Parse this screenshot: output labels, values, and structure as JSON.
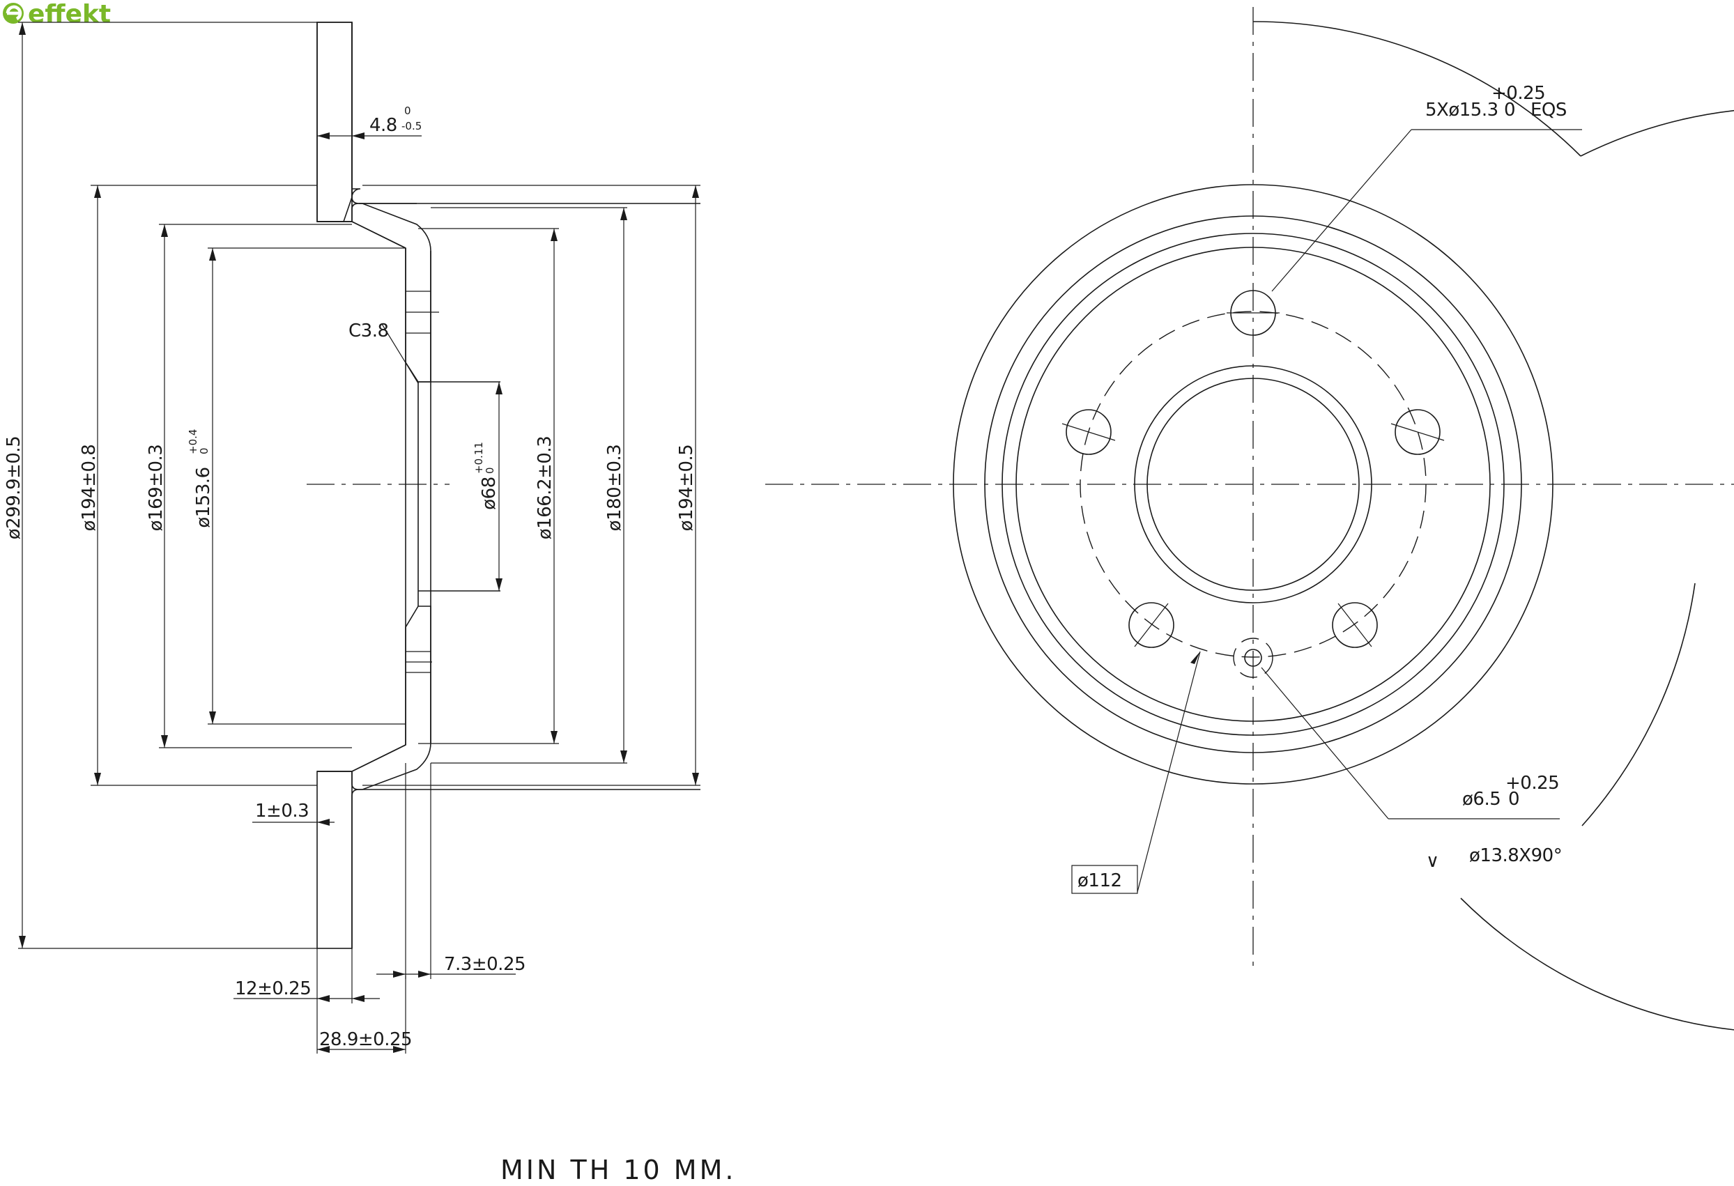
{
  "brand": {
    "name": "effekt",
    "color": "#7ab829"
  },
  "side_view": {
    "dims": {
      "d_outer": "ø299.9±0.5",
      "d_194_a": "ø194±0.8",
      "d_169": "ø169±0.3",
      "d_153": {
        "base": "ø153.6",
        "upper": "+0.4",
        "lower": "0"
      },
      "d_68": {
        "base": "ø68",
        "upper": "+0.11",
        "lower": "0"
      },
      "d_166": "ø166.2±0.3",
      "d_180": "ø180±0.3",
      "d_194_b": "ø194±0.5",
      "t_48": {
        "base": "4.8",
        "upper": "0",
        "lower": "-0.5"
      },
      "chamfer": "C3.8",
      "t_1": "1±0.3",
      "t_73": "7.3±0.25",
      "t_12": "12±0.25",
      "t_289": "28.9±0.25"
    }
  },
  "front_view": {
    "bolt_holes": {
      "prefix": "5Xø15.3",
      "upper": "+0.25",
      "lower": "0",
      "suffix": "EQS"
    },
    "pin_hole": {
      "base": "ø6.5",
      "upper": "+0.25",
      "lower": "0"
    },
    "countersink": {
      "symbol": "∨",
      "text": "ø13.8X90°"
    },
    "pcd": "ø112"
  },
  "note": "MIN TH 10 MM."
}
